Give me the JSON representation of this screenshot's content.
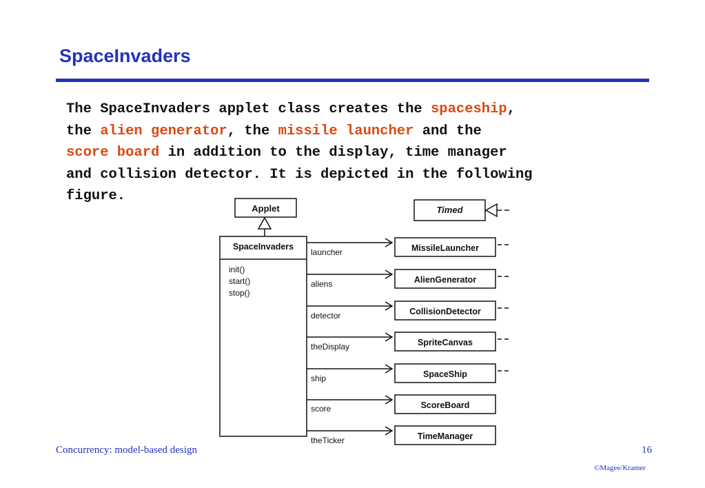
{
  "slide": {
    "title": "SpaceInvaders",
    "body": {
      "t1": "The SpaceInvaders applet class creates the ",
      "h1": "spaceship",
      "t2": ",\nthe ",
      "h2": "alien generator",
      "t3": ", the ",
      "h3": "missile launcher",
      "t4": " and the\n",
      "h4": "score board",
      "t5": " in addition to the display, time manager\nand collision detector. It is depicted in the following\nfigure."
    },
    "highlight_color": "#d94a12",
    "title_color": "#2233bb"
  },
  "diagram": {
    "applet": "Applet",
    "timed": "Timed",
    "main_class": "SpaceInvaders",
    "methods": [
      "init()",
      "start()",
      "stop()"
    ],
    "associations": [
      {
        "role": "launcher",
        "target": "MissileLauncher"
      },
      {
        "role": "aliens",
        "target": "AlienGenerator"
      },
      {
        "role": "detector",
        "target": "CollisionDetector"
      },
      {
        "role": "theDisplay",
        "target": "SpriteCanvas"
      },
      {
        "role": "ship",
        "target": "SpaceShip"
      },
      {
        "role": "score",
        "target": "ScoreBoard"
      },
      {
        "role": "theTicker",
        "target": "TimeManager"
      }
    ]
  },
  "footer": {
    "course": "Concurrency: model-based design",
    "page": "16",
    "copyright": "©Magee/Kramer"
  }
}
